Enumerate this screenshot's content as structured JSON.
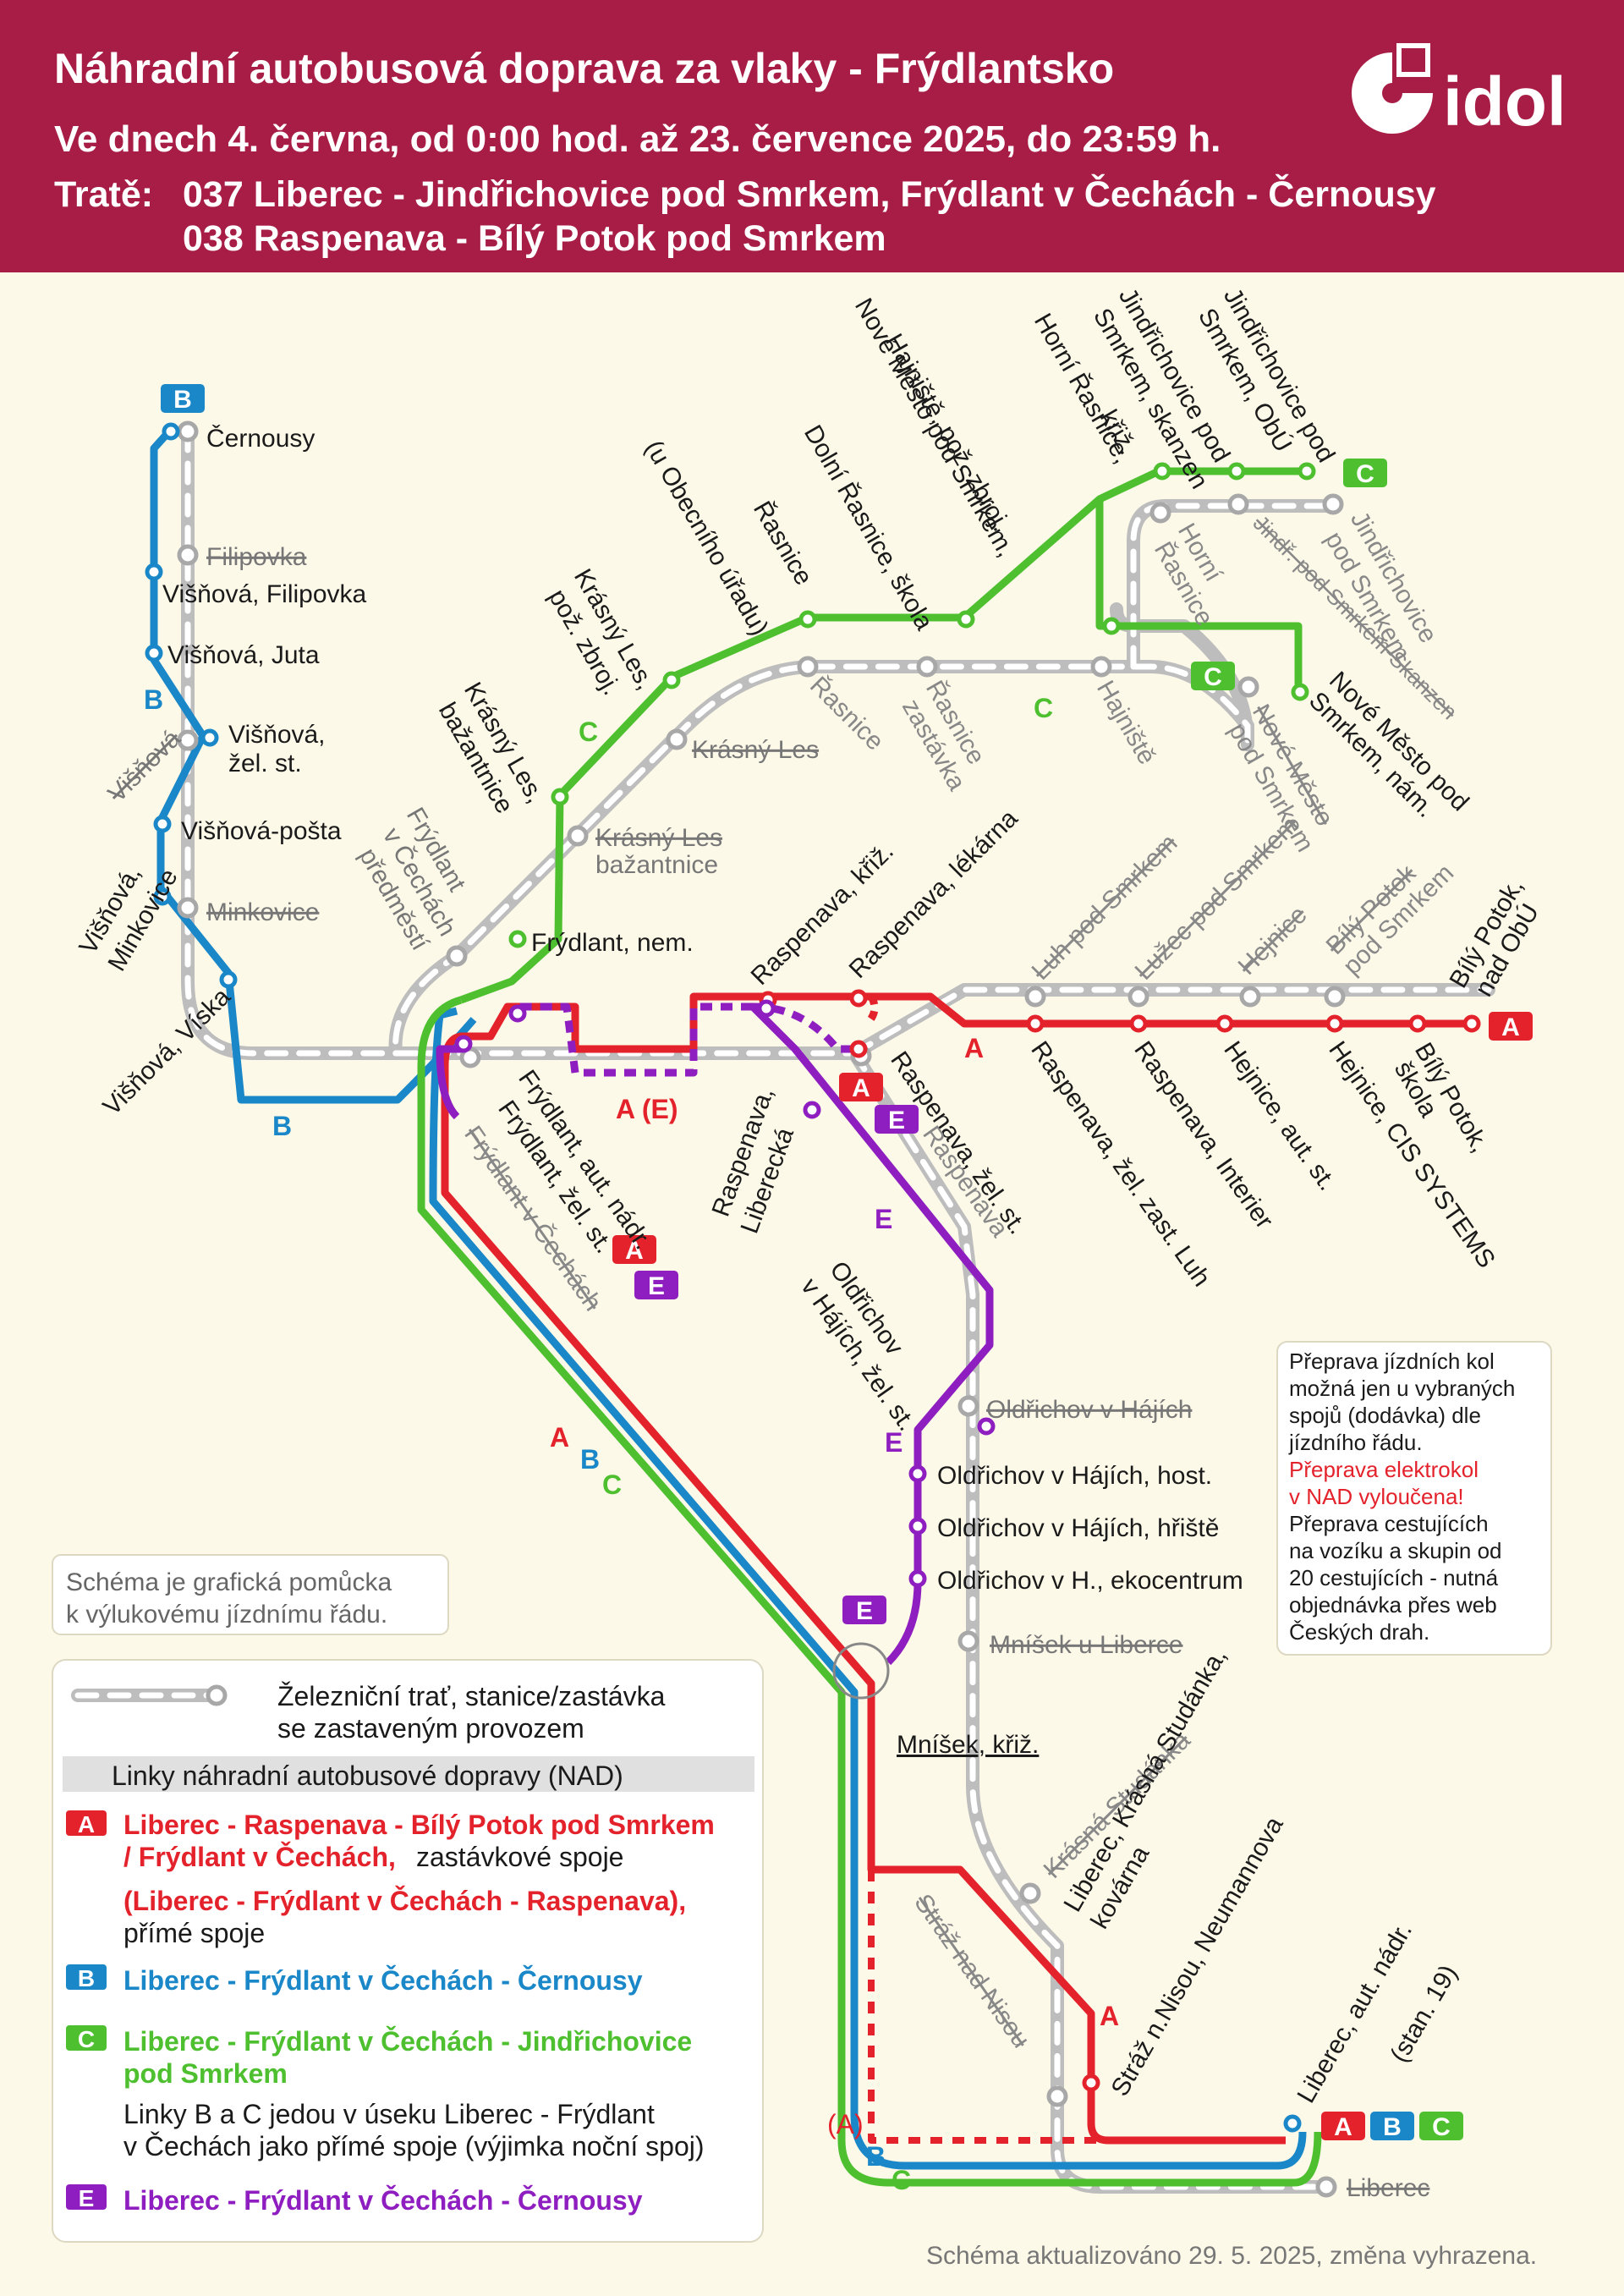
{
  "header": {
    "title": "Náhradní autobusová doprava za vlaky - Frýdlantsko",
    "dates": "Ve dnech 4. června, od 0:00 hod. až 23. července 2025, do 23:59 h.",
    "lines_label": "Tratě:",
    "line_037": "037 Liberec - Jindřichovice pod Smrkem, Frýdlant v Čechách - Černousy",
    "line_038": "038 Raspenava - Bílý Potok pod Smrkem",
    "logo_text": "idol"
  },
  "colors": {
    "header_bg": "#a71d46",
    "A": "#e3222b",
    "B": "#1a87c8",
    "C": "#4ec030",
    "E": "#8f1ec0",
    "rail": "#b8b8b8",
    "background": "#fdf9e8"
  },
  "line_badges": {
    "A": "A",
    "B": "B",
    "C": "C",
    "E": "E"
  },
  "map_labels": {
    "cernousy": "Černousy",
    "filipovka": "Filipovka",
    "visnova_filipovka": "Višňová, Filipovka",
    "visnova_juta": "Višňová, Juta",
    "visnova": "Višňová",
    "visnova_zel_st_1": "Višňová,",
    "visnova_zel_st_2": "žel. st.",
    "visnova_posta": "Višňová-pošta",
    "minkovice": "Minkovice",
    "visnova_minkovice_1": "Višňová,",
    "visnova_minkovice_2": "Minkovice",
    "visnova_viska": "Višňová, Víska",
    "frydlant_predmesti_1": "Frýdlant",
    "frydlant_predmesti_2": "v Čechách",
    "frydlant_predmesti_3": "předměstí",
    "krasny_les_bazantnice_c_1": "Krásný Les,",
    "krasny_les_bazantnice_c_2": "bažantnice",
    "krasny_les_poz_zbroj_1": "Krásný Les,",
    "krasny_les_poz_zbroj_2": "pož. zbroj.",
    "rasnice_urad_1": "Řasnice",
    "rasnice_urad_2": "(u Obecního úřadu)",
    "dolni_rasnice": "Dolní Řasnice, škola",
    "nove_mesto_hajniste_1": "Nové Město pod Smrkem,",
    "nove_mesto_hajniste_2": "Hajniště, pož. zbroj.",
    "horni_rasnice_kriz_1": "Horní Řasnice,",
    "horni_rasnice_kriz_2": "křiž.",
    "jindrichovice_skanzen_1": "Jindřichovice pod",
    "jindrichovice_skanzen_2": "Smrkem, skanzen",
    "jindrichovice_obu_1": "Jindřichovice pod",
    "jindrichovice_obu_2": "Smrkem, ObÚ",
    "horni_rasnice_rail_1": "Horní",
    "horni_rasnice_rail_2": "Řasnice",
    "jindr_skanzen_rail": "Jindř. pod Smrkem-Skanzen",
    "jindrichovice_rail_1": "Jindřichovice",
    "jindrichovice_rail_2": "pod Smrkem",
    "nove_mesto_nam_1": "Nové Město pod",
    "nove_mesto_nam_2": "Smrkem, nám.",
    "krasny_les_rail": "Krásný Les",
    "krasny_les_bazantnice_rail_1": "Krásný Les",
    "krasny_les_bazantnice_rail_2": "bažantnice",
    "rasnice_rail": "Řasnice",
    "rasnice_zastavka_1": "Řasnice",
    "rasnice_zastavka_2": "zastávka",
    "hajniste_rail": "Hajniště",
    "nove_mesto_rail_1": "Nové Město",
    "nove_mesto_rail_2": "pod Smrkem",
    "frydlant_nem": "Frýdlant, nem.",
    "raspenava_kriz": "Raspenava, křiž.",
    "raspenava_lekarna": "Raspenava, lékárna",
    "luh_rail": "Luh pod Smrkem",
    "luzec_rail": "Lužec pod Smrkem",
    "hejnice_rail": "Hejnice",
    "bily_potok_rail_1": "Bílý Potok",
    "bily_potok_rail_2": "pod Smrkem",
    "bily_potok_obu_1": "Bílý Potok,",
    "bily_potok_obu_2": "nad ObÚ",
    "bily_potok_skola_1": "Bílý Potok,",
    "bily_potok_skola_2": "škola",
    "hejnice_cis": "Hejnice, CIS SYSTEMS",
    "hejnice_aut_st": "Hejnice, aut. st.",
    "raspenava_interier": "Raspenava, Interier",
    "raspenava_luh": "Raspenava, žel. zast. Luh",
    "raspenava_zel_st": "Raspenava, žel. st.",
    "raspenava_rail": "Raspenava",
    "raspenava_liberecka_1": "Raspenava,",
    "raspenava_liberecka_2": "Liberecká",
    "a_e_label": "A (E)",
    "frydlant_aut_nadr": "Frýdlant, aut. nádr.",
    "frydlant_zel_st": "Frýdlant, žel. st.",
    "frydlant_rail": "Frýdlant v Čechách",
    "oldrichov_zel_st_1": "Oldřichov",
    "oldrichov_zel_st_2": "v Hájích, žel. st.",
    "oldrichov_rail": "Oldřichov v Hájích",
    "oldrichov_host": "Oldřichov v Hájích, host.",
    "oldrichov_hriste": "Oldřichov v Hájích, hřiště",
    "oldrichov_ekocentrum": "Oldřichov v H., ekocentrum",
    "mnisek_rail": "Mníšek u Liberce",
    "mnisek_kriz": "Mníšek, křiž.",
    "krasna_studanka_rail": "Krásná Studánka",
    "krasna_studanka_bus_1": "Liberec, Krásná Studánka,",
    "krasna_studanka_bus_2": "kovárna",
    "straz_rail": "Stráž nad Nisou",
    "straz_bus": "Stráž n.Nisou, Neumannova",
    "liberec_aut_nadr_1": "Liberec, aut. nádr.",
    "liberec_aut_nadr_2": "(stan. 19)",
    "liberec_rail": "Liberec",
    "a_paren": "(A)",
    "letter_A": "A",
    "letter_B": "B",
    "letter_C": "C",
    "letter_E": "E"
  },
  "notes": {
    "schema_1": "Schéma je grafická pomůcka",
    "schema_2": "k výlukovému jízdnímu řádu.",
    "bike_1": "Přeprava jízdních kol",
    "bike_2": "možná jen u vybraných",
    "bike_3": "spojů (dodávka) dle",
    "bike_4": "jízdního řádu.",
    "bike_5": "Přeprava elektrokol",
    "bike_6": "v NAD vyloučena!",
    "bike_7": "Přeprava cestujících",
    "bike_8": "na vozíku a skupin od",
    "bike_9": "20 cestujících - nutná",
    "bike_10": "objednávka přes web",
    "bike_11": "Českých drah."
  },
  "legend": {
    "rail_1": "Železniční trať, stanice/zastávka",
    "rail_2": "se zastaveným provozem",
    "nad_title": "Linky náhradní autobusové dopravy (NAD)",
    "a_1": "Liberec - Raspenava - Bílý Potok pod Smrkem",
    "a_2": "/ Frýdlant v Čechách,",
    "a_2_rest": "zastávkové spoje",
    "a_3": "(Liberec - Frýdlant v Čechách - Raspenava),",
    "a_4": "přímé spoje",
    "b_1": "Liberec - Frýdlant v Čechách - Černousy",
    "c_1": "Liberec - Frýdlant v Čechách - Jindřichovice",
    "c_2": "pod Smrkem",
    "bc_1": "Linky B a C jedou v úseku Liberec - Frýdlant",
    "bc_2": "v Čechách jako přímé spoje (výjimka noční spoj)",
    "e_1": "Liberec - Frýdlant v Čechách - Černousy"
  },
  "footer": "Schéma aktualizováno 29. 5. 2025, změna vyhrazena."
}
